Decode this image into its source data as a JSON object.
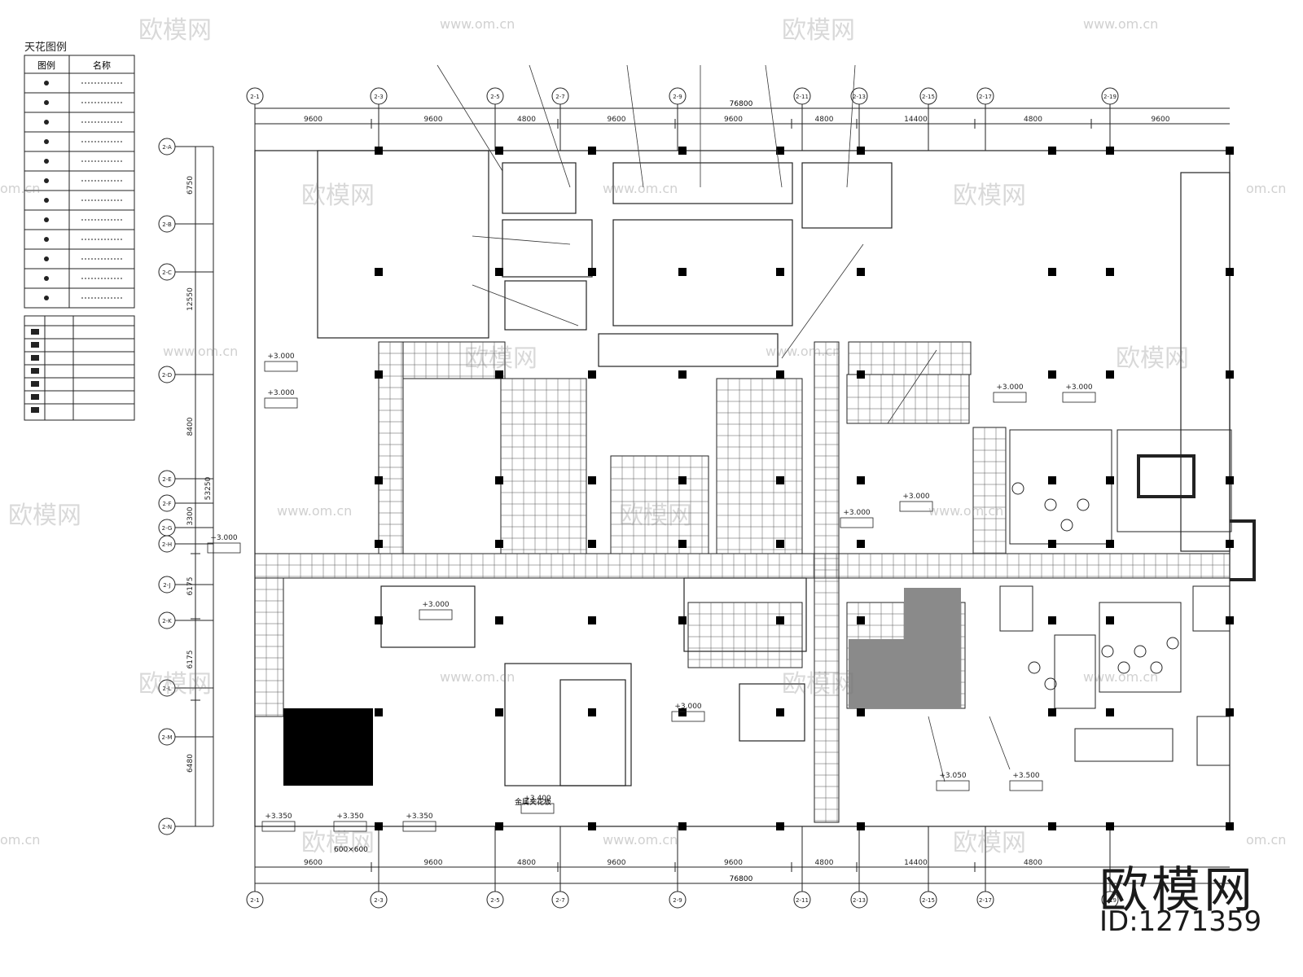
{
  "legend": {
    "title": "天花图例",
    "header": [
      "图例",
      "名称"
    ]
  },
  "dimensions": {
    "top_segments": [
      "9600",
      "9600",
      "4800",
      "9600",
      "9600",
      "4800",
      "14400",
      "4800",
      "9600"
    ],
    "bottom_segments": [
      "9600",
      "9600",
      "4800",
      "9600",
      "9600",
      "4800",
      "14400",
      "4800"
    ],
    "total": "76800",
    "left_segments": [
      "6750",
      "12550",
      "8400",
      "3300",
      "6175",
      "6175",
      "6480"
    ],
    "left_total": "53250"
  },
  "grid_bubbles": {
    "columns": [
      "2-1",
      "2-3",
      "2-5",
      "2-7",
      "2-9",
      "2-11",
      "2-13",
      "2-15",
      "2-17",
      "2-19"
    ],
    "rows": [
      "2-A",
      "2-B",
      "2-C",
      "2-D",
      "2-E",
      "2-F",
      "2-G",
      "2-H",
      "2-J",
      "2-K",
      "2-L",
      "2-M",
      "2-N"
    ]
  },
  "annotations": {
    "level_tags": [
      "+3.000",
      "+3.000",
      "+3.000",
      "+3.000",
      "+3.000",
      "+3.350",
      "+3.350",
      "+3.350",
      "+3.400",
      "+3.050",
      "+3.500",
      "+3.000",
      "+3.000",
      "+3.000",
      "+3.000"
    ],
    "note_gold": "金属夹花板",
    "tile_note": "600×600"
  },
  "branding": {
    "name": "欧模网",
    "id": "ID:1271359",
    "watermark": "欧模网",
    "watermark_url": "www.om.cn",
    "watermark_url_short": "om.cn"
  },
  "colors": {
    "line": "#1a1a1a",
    "grid": "#555555",
    "dark_fill": "#000000",
    "gray_fill": "#8a8a8a",
    "background": "#ffffff"
  }
}
